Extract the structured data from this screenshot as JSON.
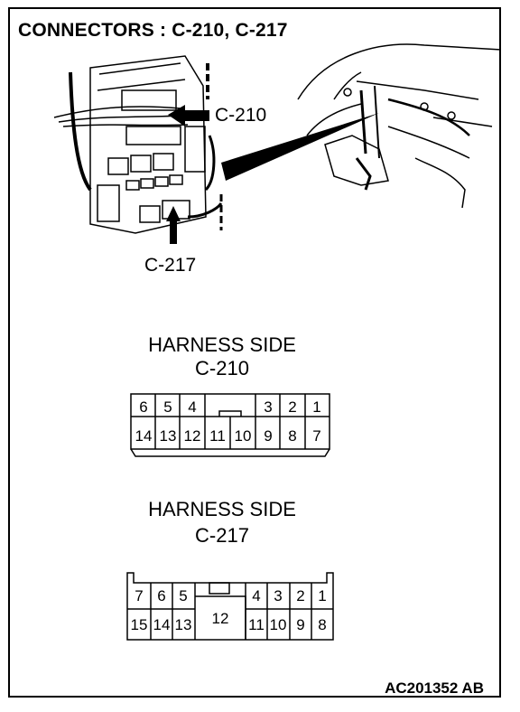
{
  "title": "CONNECTORS : C-210, C-217",
  "callouts": {
    "c210": "C-210",
    "c217": "C-217"
  },
  "connector_c210": {
    "heading": "HARNESS SIDE",
    "name": "C-210",
    "top_row": [
      "6",
      "5",
      "4",
      "3",
      "2",
      "1"
    ],
    "bottom_row": [
      "14",
      "13",
      "12",
      "11",
      "10",
      "9",
      "8",
      "7"
    ]
  },
  "connector_c217": {
    "heading": "HARNESS SIDE",
    "name": "C-217",
    "top_row": [
      "7",
      "6",
      "5",
      "4",
      "3",
      "2",
      "1"
    ],
    "center_pin": "12",
    "bottom_row": [
      "15",
      "14",
      "13",
      "11",
      "10",
      "9",
      "8"
    ]
  },
  "figure_code": "AC201352 AB"
}
